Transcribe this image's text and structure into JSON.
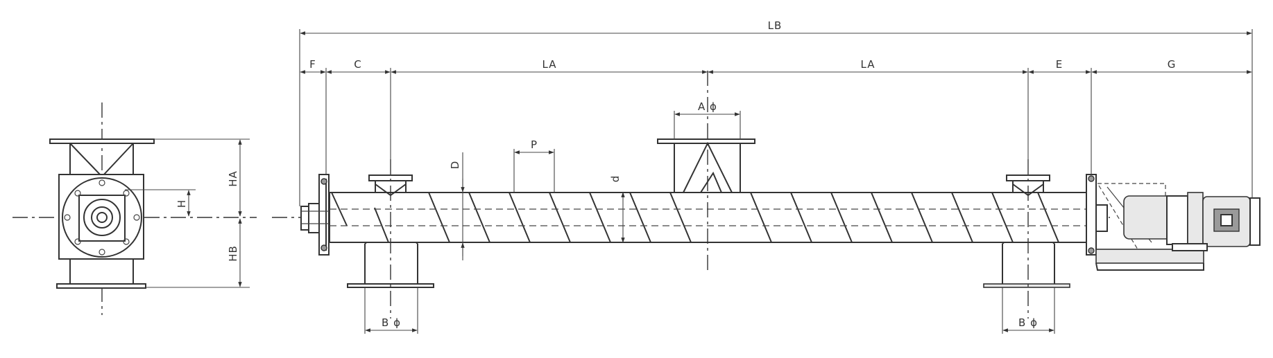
{
  "labels": {
    "lb": "LB",
    "f": "F",
    "c": "C",
    "la_left": "LA",
    "la_right": "LA",
    "e": "E",
    "g": "G",
    "a_phi": "A ϕ",
    "p": "P",
    "d": "D",
    "d_small": "d",
    "ha": "HA",
    "hb": "HB",
    "h": "H",
    "b_phi_left": "B ϕ",
    "b_phi_right": "B ϕ"
  }
}
